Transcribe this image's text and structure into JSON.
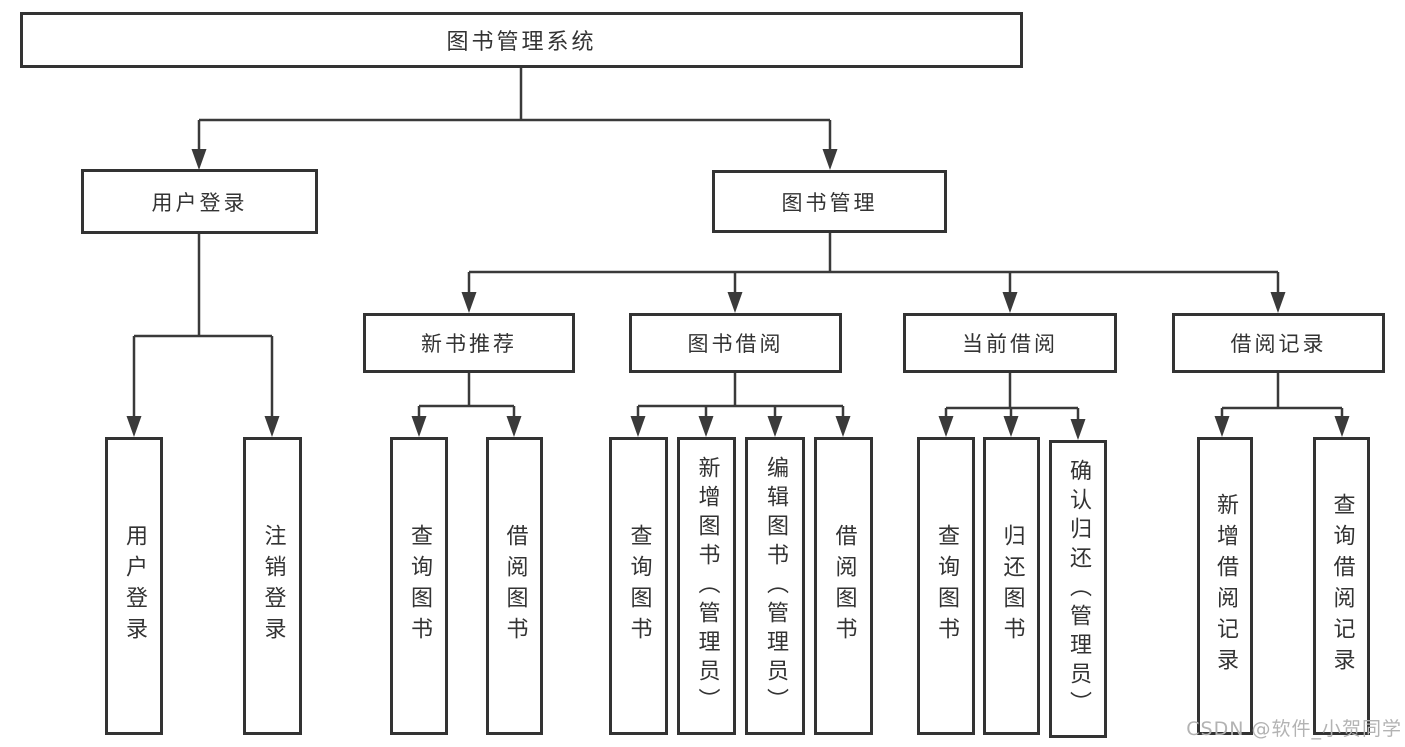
{
  "diagram": {
    "root": {
      "label": "图书管理系统"
    },
    "modules": [
      {
        "label": "用户登录",
        "features": [
          "用户登录",
          "注销登录"
        ]
      },
      {
        "label": "图书管理",
        "submodules": [
          {
            "label": "新书推荐",
            "features": [
              "查询图书",
              "借阅图书"
            ]
          },
          {
            "label": "图书借阅",
            "features": [
              "查询图书",
              "新增图书（管理员）",
              "编辑图书（管理员）",
              "借阅图书"
            ]
          },
          {
            "label": "当前借阅",
            "features": [
              "查询图书",
              "归还图书",
              "确认归还（管理员）"
            ]
          },
          {
            "label": "借阅记录",
            "features": [
              "新增借阅记录",
              "查询借阅记录"
            ]
          }
        ]
      }
    ]
  },
  "watermark": {
    "text": "CSDN @软件_小贺同学"
  },
  "colors": {
    "line": "#3a3a3a",
    "border": "#333333",
    "text": "#333333",
    "watermark": "#b3b3b3",
    "background": "#ffffff"
  }
}
